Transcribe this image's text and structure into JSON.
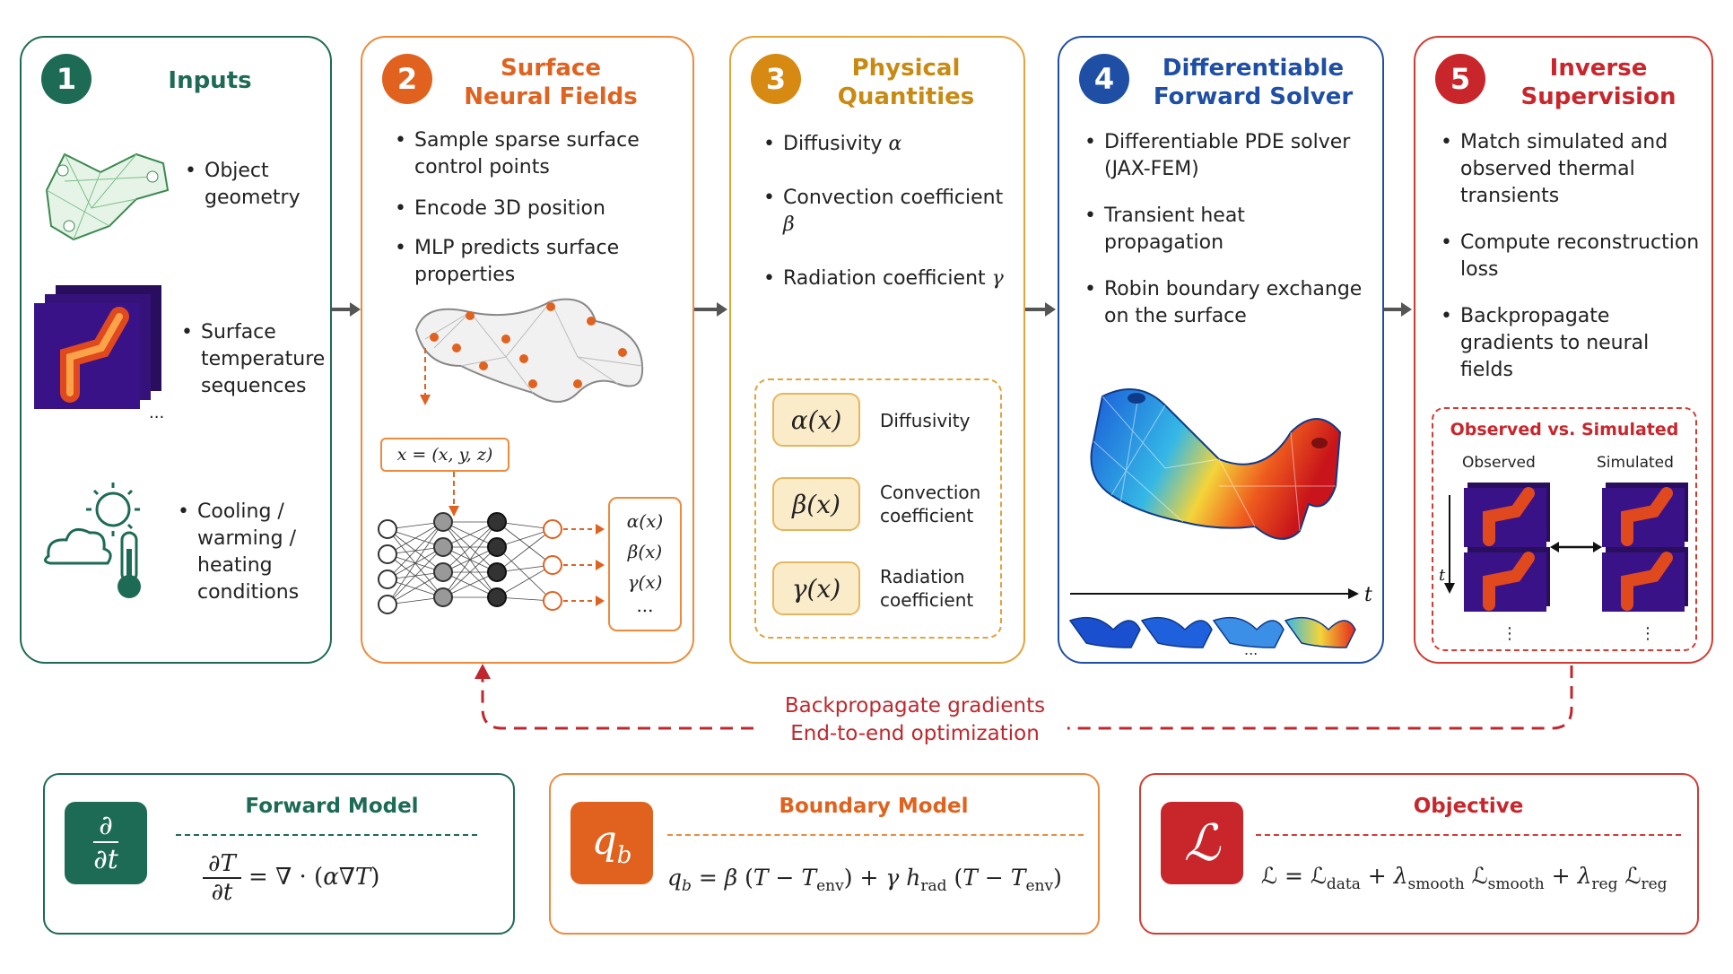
{
  "colors": {
    "inputs": "#1d6b55",
    "neural": "#e0621e",
    "physical": "#c98a12",
    "solver": "#1f4fa5",
    "inverse": "#c9262c",
    "feedback": "#c0272d"
  },
  "steps": [
    {
      "num": "1",
      "title": "Inputs",
      "items": [
        "Object geometry",
        "Surface temperature sequences",
        "Cooling / warming / heating conditions"
      ]
    },
    {
      "num": "2",
      "title_l1": "Surface",
      "title_l2": "Neural Fields",
      "items": [
        "Sample sparse surface control points",
        "Encode 3D position",
        "MLP predicts surface properties"
      ],
      "coord": "x = (x, y, z)",
      "outputs": [
        "α(x)",
        "β(x)",
        "γ(x)",
        "..."
      ]
    },
    {
      "num": "3",
      "title_l1": "Physical",
      "title_l2": "Quantities",
      "items": [
        {
          "text": "Diffusivity",
          "sym": "α"
        },
        {
          "text": "Convection coefficient",
          "sym": "β"
        },
        {
          "text": "Radiation coefficient",
          "sym": "γ"
        }
      ],
      "boxes": [
        {
          "sym": "α(x)",
          "label": "Diffusivity"
        },
        {
          "sym": "β(x)",
          "label": "Convection coefficient"
        },
        {
          "sym": "γ(x)",
          "label": "Radiation coefficient"
        }
      ]
    },
    {
      "num": "4",
      "title_l1": "Differentiable",
      "title_l2": "Forward Solver",
      "items": [
        "Differentiable PDE solver (JAX-FEM)",
        "Transient heat propagation",
        "Robin boundary exchange on the surface"
      ],
      "time_label": "t",
      "ellipsis": "..."
    },
    {
      "num": "5",
      "title_l1": "Inverse",
      "title_l2": "Supervision",
      "items": [
        "Match simulated and observed thermal transients",
        "Compute reconstruction loss",
        "Backpropagate gradients to neural fields"
      ],
      "compare_title": "Observed vs. Simulated",
      "observed": "Observed",
      "simulated": "Simulated",
      "time_label": "t",
      "ellipsis": "⋮"
    }
  ],
  "feedback": {
    "line1": "Backpropagate gradients",
    "line2": "End-to-end optimization"
  },
  "bottom": [
    {
      "icon": "∂/∂t",
      "title": "Forward Model"
    },
    {
      "icon": "q_b",
      "title": "Boundary Model"
    },
    {
      "icon": "ℒ",
      "title": "Objective"
    }
  ]
}
